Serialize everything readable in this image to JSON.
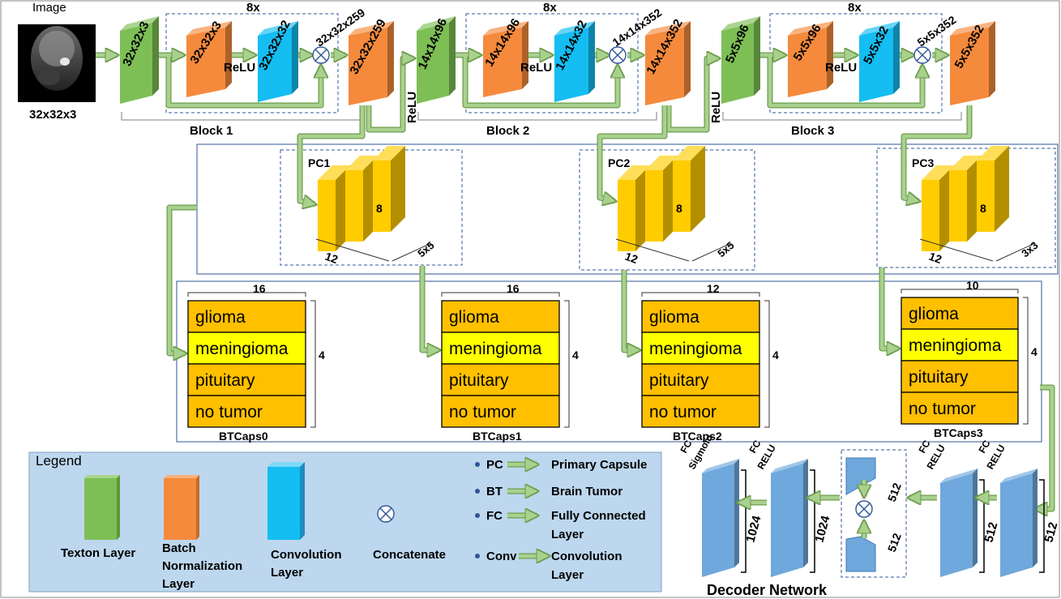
{
  "input": {
    "caption_top": "Image",
    "caption_bottom": "32x32x3"
  },
  "blocks": [
    {
      "name": "Block 1",
      "repeat": "8x",
      "texton": "32x32x3",
      "bn_in": "32x32x3",
      "conv": "32x32x32",
      "relu": "ReLU",
      "concat": "32x32x259",
      "bn_out": "32x32x259"
    },
    {
      "name": "Block 2",
      "repeat": "8x",
      "texton": "14x14x96",
      "bn_in": "14x14x96",
      "conv": "14x14x32",
      "relu": "ReLU",
      "concat": "14x14x352",
      "bn_out": "14x14x352"
    },
    {
      "name": "Block 3",
      "repeat": "8x",
      "texton": "5x5x96",
      "bn_in": "5x5x96",
      "conv": "5x5x32",
      "relu": "ReLU",
      "concat": "5x5x352",
      "bn_out": "5x5x352"
    }
  ],
  "relu_between": [
    "ReLU",
    "ReLU"
  ],
  "primary_caps": [
    {
      "name": "PC1",
      "depth": "8",
      "count": "12",
      "size": "5x5"
    },
    {
      "name": "PC2",
      "depth": "8",
      "count": "12",
      "size": "5x5"
    },
    {
      "name": "PC3",
      "depth": "8",
      "count": "12",
      "size": "3x3"
    }
  ],
  "btcaps": [
    {
      "name": "BTCaps0",
      "dim": "16",
      "rows": "4"
    },
    {
      "name": "BTCaps1",
      "dim": "16",
      "rows": "4"
    },
    {
      "name": "BTCaps2",
      "dim": "12",
      "rows": "4"
    },
    {
      "name": "BTCaps3",
      "dim": "10",
      "rows": "4"
    }
  ],
  "classes": [
    "glioma",
    "meningioma",
    "pituitary",
    "no tumor"
  ],
  "legend": {
    "title": "Legend",
    "texton": "Texton Layer",
    "bn": [
      "Batch",
      "Normalization",
      "Layer"
    ],
    "conv": [
      "Convolution",
      "Layer"
    ],
    "concat": "Concatenate",
    "abbrev": [
      {
        "abbr": "PC",
        "full": [
          "Primary Capsule"
        ]
      },
      {
        "abbr": "BT",
        "full": [
          "Brain Tumor"
        ]
      },
      {
        "abbr": "FC",
        "full": [
          "Fully Connected",
          "Layer"
        ]
      },
      {
        "abbr": "Conv",
        "full": [
          "Convolution",
          "Layer"
        ]
      }
    ]
  },
  "decoder": {
    "title": "Decoder Network",
    "layers": [
      {
        "fc": "FC",
        "act": "Sigmoid",
        "size": "1024"
      },
      {
        "fc": "FC",
        "act": "RELU",
        "size": "1024"
      },
      {
        "fc": "FC",
        "act": "RELU",
        "size": "512"
      },
      {
        "fc": "FC",
        "act": "RELU",
        "size": "512"
      }
    ],
    "split": [
      "512",
      "512"
    ]
  },
  "colors": {
    "texton": "#7dbf55",
    "bn": "#f58a3c",
    "conv": "#14bdf2",
    "arrow": "#a9d18e",
    "capsule": "#ffcc00",
    "class_orange": "#ffc000",
    "class_yellow": "#ffff00",
    "legend_bg": "#bdd7ee",
    "decoder": "#6fa8dc"
  }
}
